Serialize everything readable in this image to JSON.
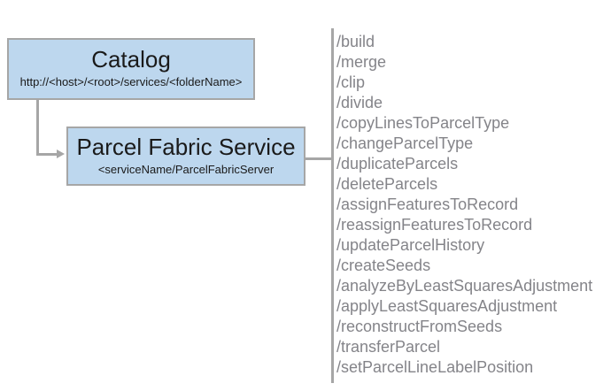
{
  "diagram": {
    "catalog": {
      "title": "Catalog",
      "subtitle": "http://<host>/<root>/services/<folderName>"
    },
    "service": {
      "title": "Parcel Fabric Service",
      "subtitle": "<serviceName/ParcelFabricServer"
    },
    "operations": [
      "/build",
      "/merge",
      "/clip",
      "/divide",
      "/copyLinesToParcelType",
      "/changeParcelType",
      "/duplicateParcels",
      "/deleteParcels",
      "/assignFeaturesToRecord",
      "/reassignFeaturesToRecord",
      "/updateParcelHistory",
      "/createSeeds",
      "/analyzeByLeastSquaresAdjustment",
      "/applyLeastSquaresAdjustment",
      "/reconstructFromSeeds",
      "/transferParcel",
      "/setParcelLineLabelPosition"
    ],
    "colors": {
      "box_fill": "#bdd7ee",
      "box_border": "#a6a6a6",
      "connector": "#a6a6a6",
      "title_text": "#1a1a1a",
      "operation_text": "#848489",
      "background": "#ffffff"
    }
  }
}
